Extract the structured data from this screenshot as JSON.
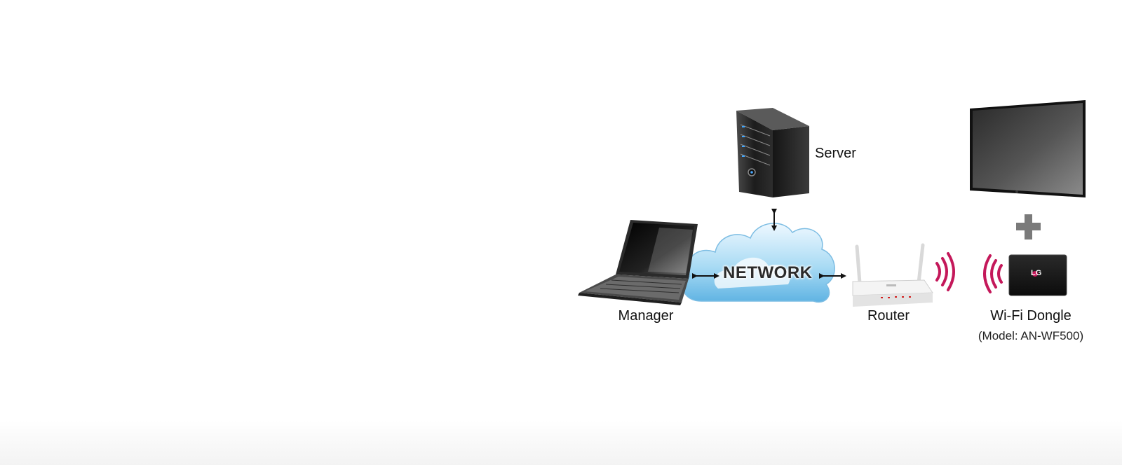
{
  "diagram": {
    "nodes": {
      "server": {
        "label": "Server"
      },
      "network": {
        "label": "NETWORK"
      },
      "manager": {
        "label": "Manager"
      },
      "router": {
        "label": "Router"
      },
      "dongle": {
        "label": "Wi-Fi Dongle",
        "sublabel": "(Model: AN-WF500)",
        "brand": "LG"
      }
    },
    "colors": {
      "wireless_signal": "#c4185a",
      "cloud": "#8fcbed",
      "arrows": "#111111",
      "plus": "#7a7a7a"
    },
    "icons": [
      "server-icon",
      "laptop-icon",
      "cloud-icon",
      "router-icon",
      "display-icon",
      "plus-icon",
      "dongle-icon",
      "wifi-signal-icon"
    ]
  }
}
